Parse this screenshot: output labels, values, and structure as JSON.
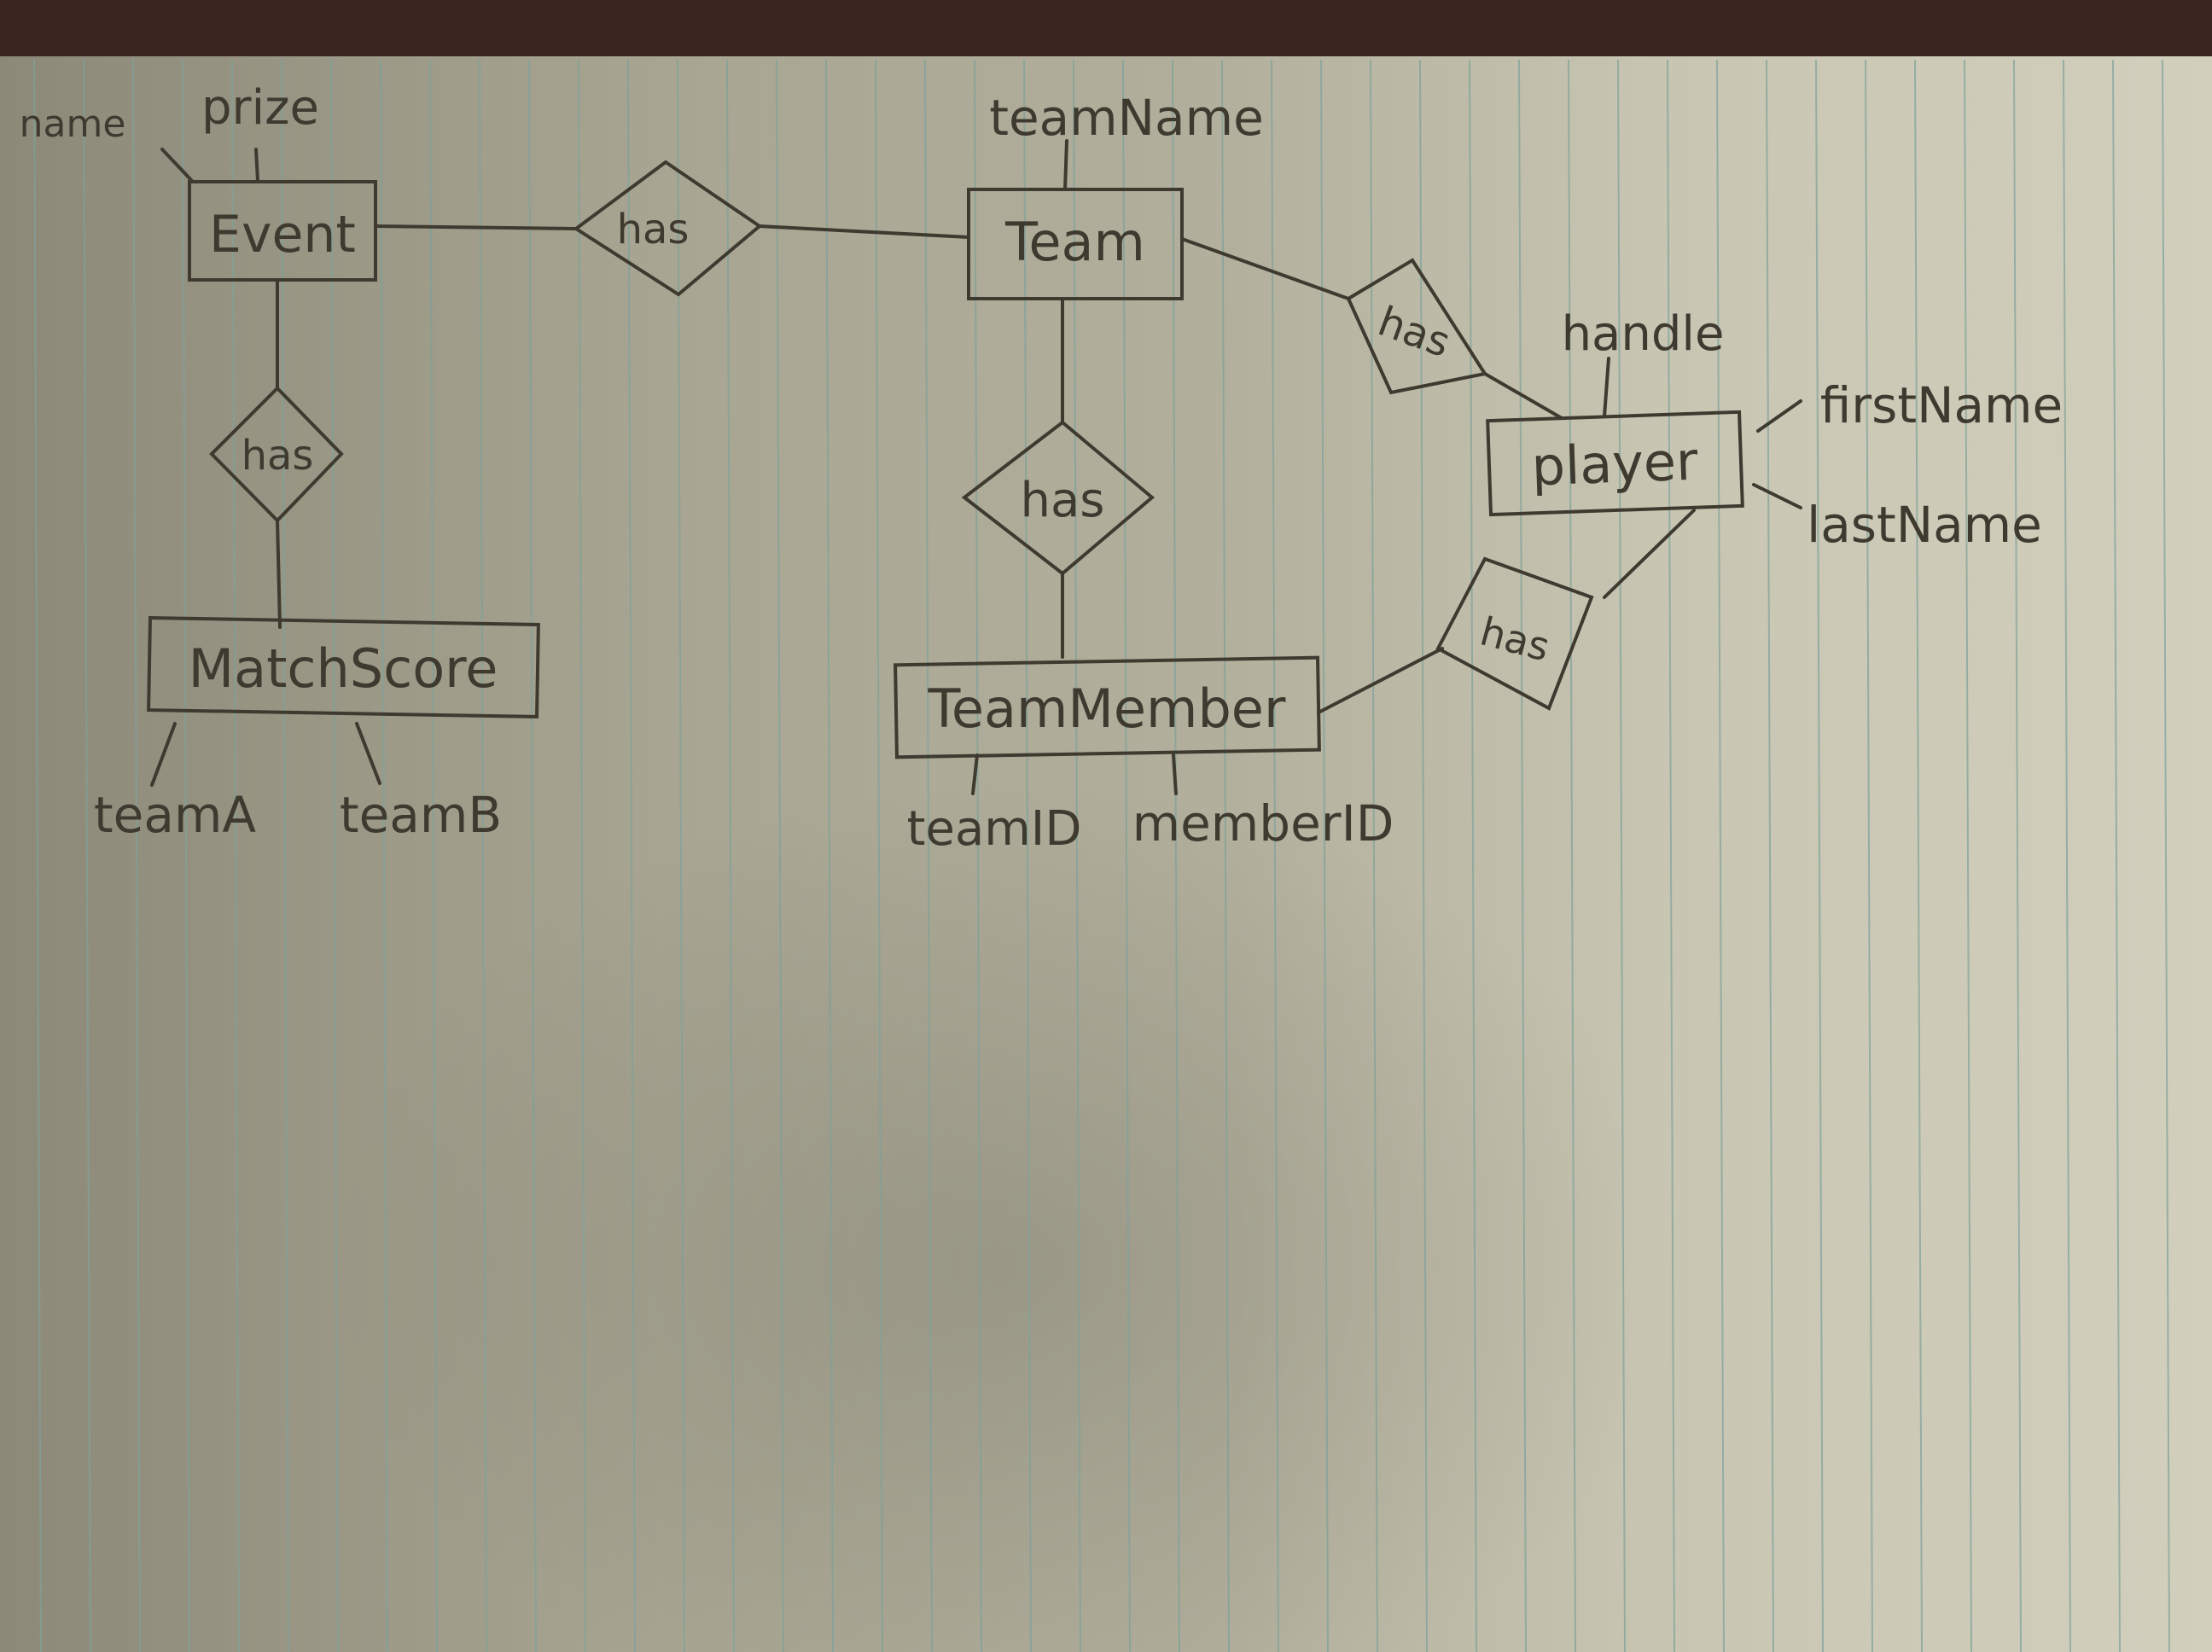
{
  "diagram": {
    "entities": [
      {
        "id": "event",
        "label": "Event"
      },
      {
        "id": "team",
        "label": "Team"
      },
      {
        "id": "player",
        "label": "player"
      },
      {
        "id": "matchscore",
        "label": "MatchScore"
      },
      {
        "id": "teammember",
        "label": "TeamMember"
      }
    ],
    "relationships": [
      {
        "id": "rel-event-team",
        "label": "has"
      },
      {
        "id": "rel-team-player",
        "label": "has"
      },
      {
        "id": "rel-event-matchscore",
        "label": "has"
      },
      {
        "id": "rel-team-teammember",
        "label": "has"
      },
      {
        "id": "rel-player-teammember",
        "label": "has"
      }
    ],
    "attributes": [
      {
        "id": "attr-name",
        "label": "name"
      },
      {
        "id": "attr-prize",
        "label": "prize"
      },
      {
        "id": "attr-teamname",
        "label": "teamName"
      },
      {
        "id": "attr-handle",
        "label": "handle"
      },
      {
        "id": "attr-firstname",
        "label": "firstName"
      },
      {
        "id": "attr-lastname",
        "label": "lastName"
      },
      {
        "id": "attr-teama",
        "label": "teamA"
      },
      {
        "id": "attr-teamb",
        "label": "teamB"
      },
      {
        "id": "attr-teamid",
        "label": "teamID"
      },
      {
        "id": "attr-memberid",
        "label": "memberID"
      }
    ]
  },
  "colors": {
    "table": "#3a2620",
    "paper": "#c8c5b2",
    "paper_shadow": "#8d8979",
    "rule_line": "#7fa29a",
    "ink": "#3e3a30"
  }
}
